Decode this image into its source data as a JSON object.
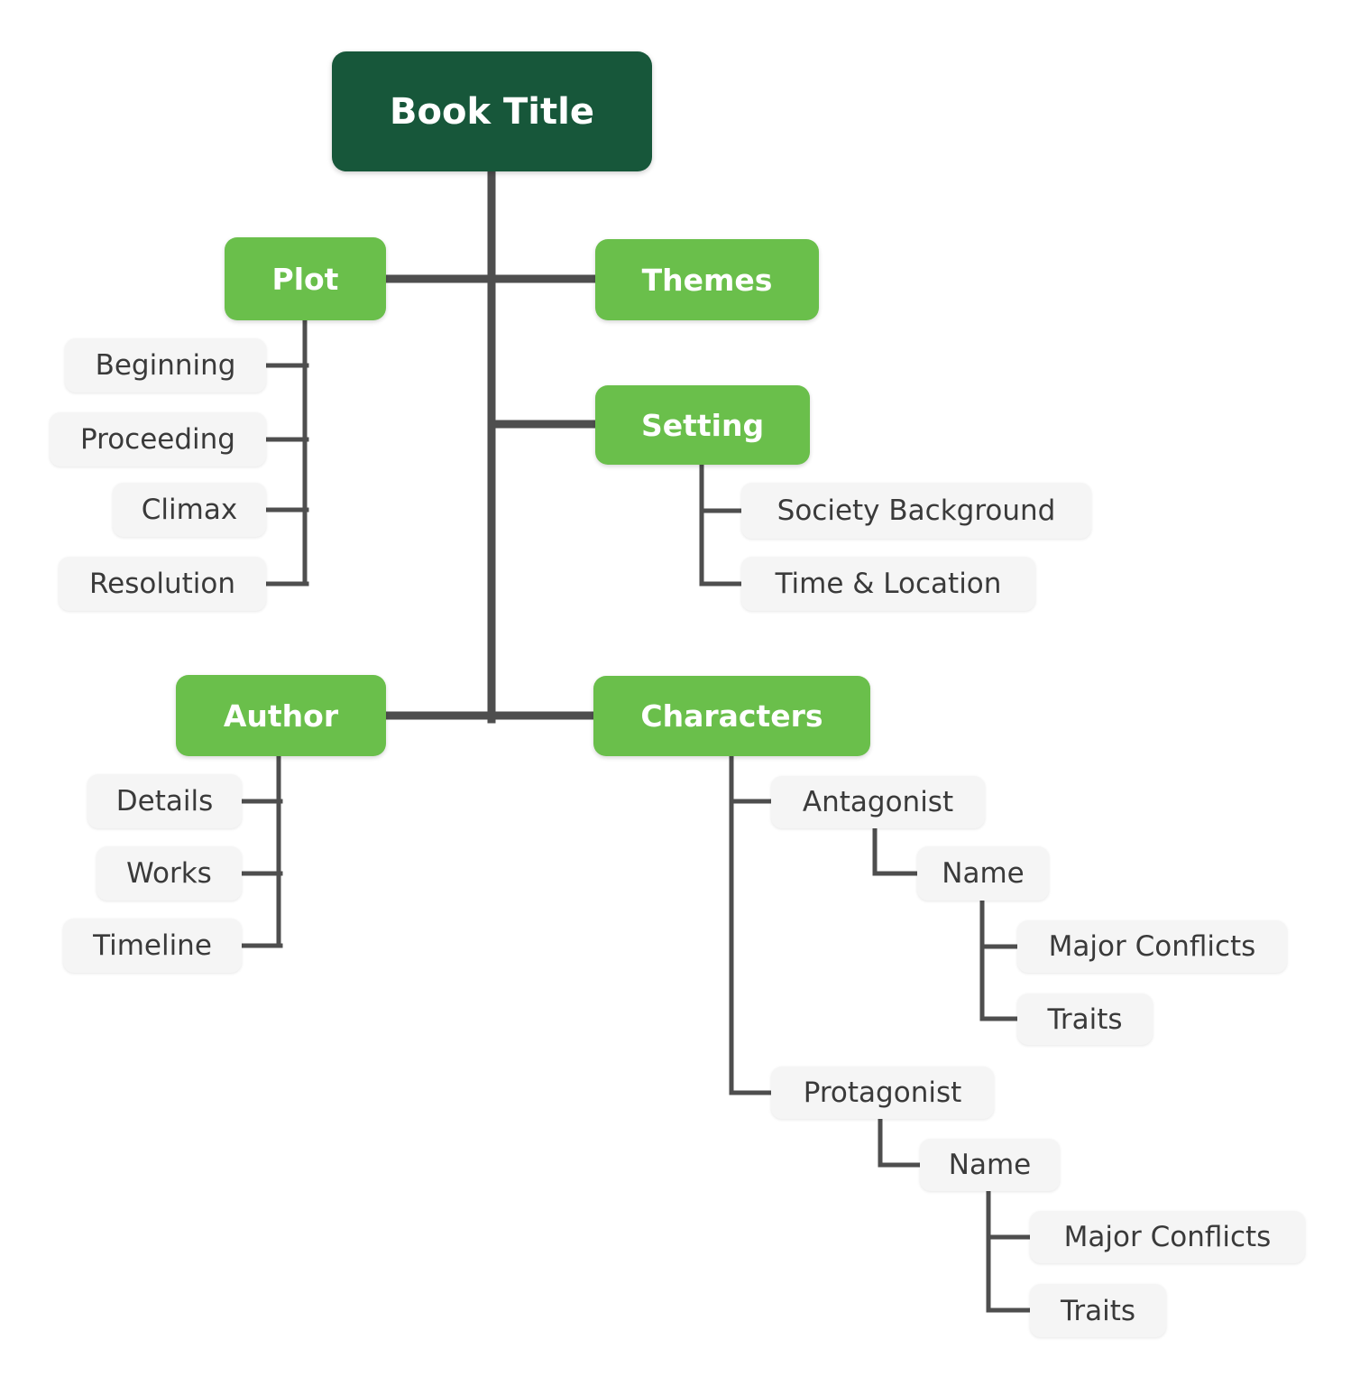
{
  "mindmap": {
    "colors": {
      "root_bg": "#17573A",
      "branch_bg": "#6ABF4B",
      "leaf_bg": "#F5F5F5",
      "leaf_text": "#3A3A3A",
      "node_text": "#FFFFFF",
      "line": "#4E4E4E"
    },
    "root": {
      "label": "Book Title"
    },
    "branches": {
      "plot": {
        "label": "Plot",
        "children": [
          "Beginning",
          "Proceeding",
          "Climax",
          "Resolution"
        ]
      },
      "themes": {
        "label": "Themes"
      },
      "setting": {
        "label": "Setting",
        "children": [
          "Society Background",
          "Time & Location"
        ]
      },
      "author": {
        "label": "Author",
        "children": [
          "Details",
          "Works",
          "Timeline"
        ]
      },
      "characters": {
        "label": "Characters",
        "children": [
          {
            "label": "Antagonist",
            "child": {
              "label": "Name",
              "children": [
                "Major Conflicts",
                "Traits"
              ]
            }
          },
          {
            "label": "Protagonist",
            "child": {
              "label": "Name",
              "children": [
                "Major Conflicts",
                "Traits"
              ]
            }
          }
        ]
      }
    }
  }
}
